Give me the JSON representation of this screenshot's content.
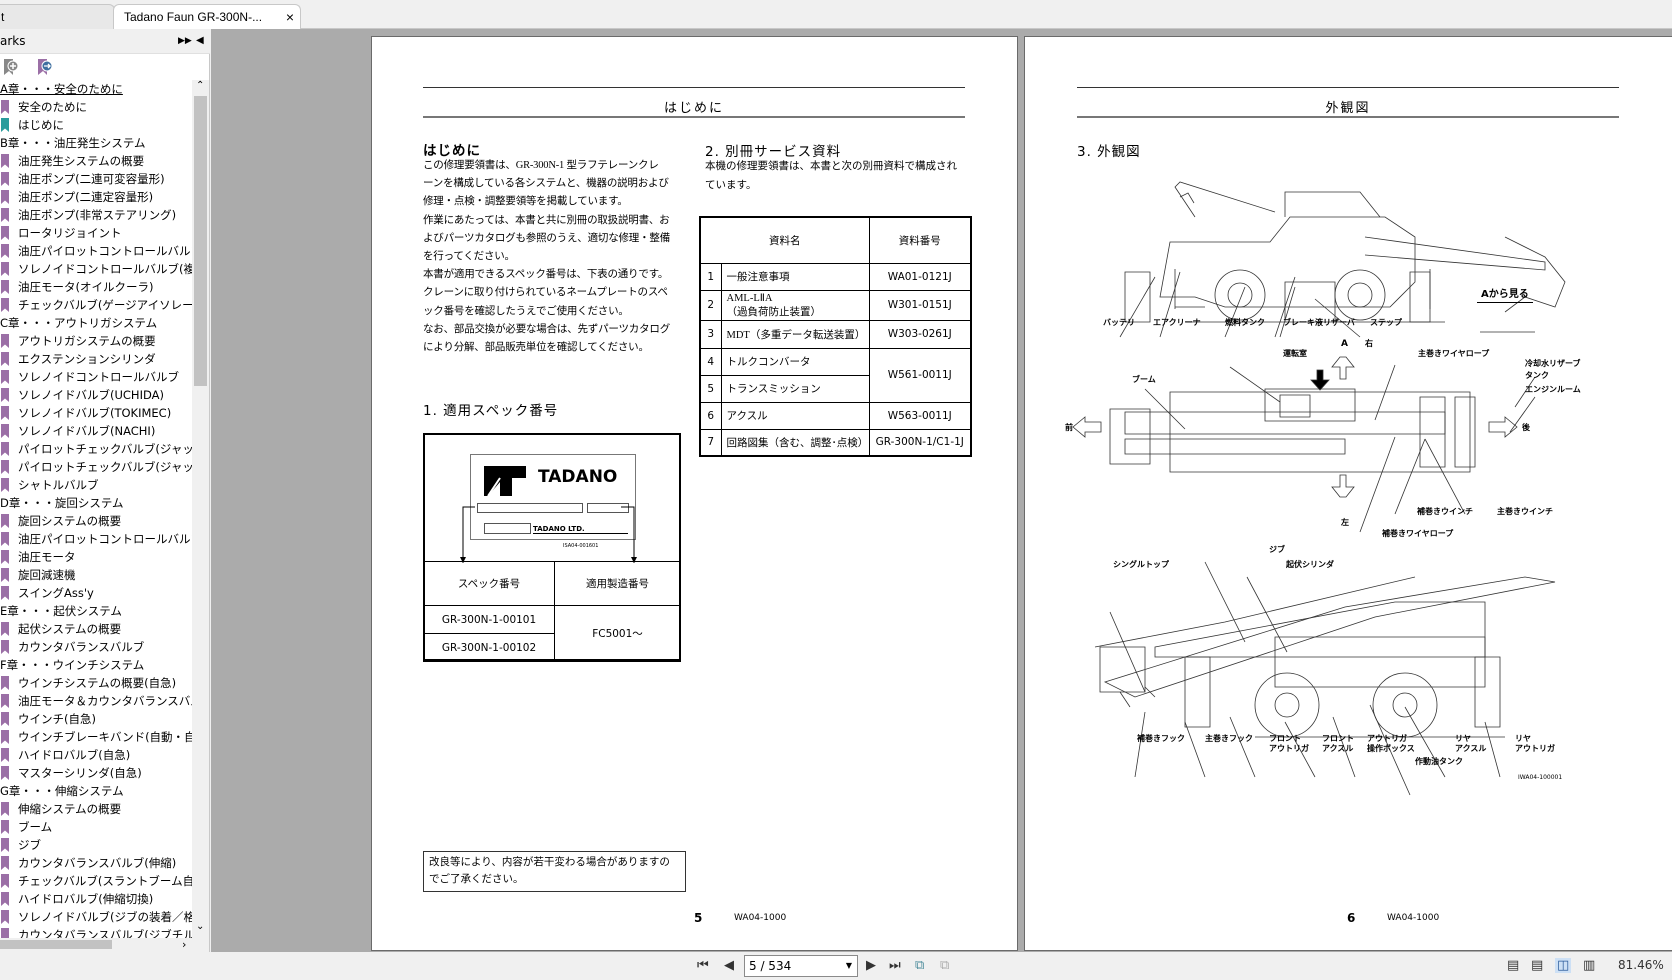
{
  "tabs": [
    {
      "label": "t"
    },
    {
      "label": "Tadano Faun GR-300N-...",
      "close": "×"
    }
  ],
  "sidebar": {
    "header": "arks",
    "items": [
      {
        "label": "A章・・・安全のために",
        "chapter": true
      },
      {
        "label": "安全のために",
        "color": "#9b6fa6"
      },
      {
        "label": "はじめに",
        "color": "#2a9c9c"
      },
      {
        "label": "B章・・・油圧発生システム",
        "chapter": true
      },
      {
        "label": "油圧発生システムの概要"
      },
      {
        "label": "油圧ポンプ(二連可変容量形)"
      },
      {
        "label": "油圧ポンプ(二連定容量形)"
      },
      {
        "label": "油圧ポンプ(非常ステアリング)"
      },
      {
        "label": "ロータリジョイント"
      },
      {
        "label": "油圧パイロットコントロールバルブ"
      },
      {
        "label": "ソレノイドコントロールバルブ(複合弁)"
      },
      {
        "label": "油圧モータ(オイルクーラ)"
      },
      {
        "label": "チェックバルブ(ゲージアイソレータ)"
      },
      {
        "label": "C章・・・アウトリガシステム",
        "chapter": true
      },
      {
        "label": "アウトリガシステムの概要"
      },
      {
        "label": "エクステンションシリンダ"
      },
      {
        "label": "ソレノイドコントロールバルブ"
      },
      {
        "label": "ソレノイドバルブ(UCHIDA)"
      },
      {
        "label": "ソレノイドバルブ(TOKIMEC)"
      },
      {
        "label": "ソレノイドバルブ(NACHI)"
      },
      {
        "label": "パイロットチェックバルブ(ジャッキ縮小防"
      },
      {
        "label": "パイロットチェックバルブ(ジャッキ／スラ"
      },
      {
        "label": "シャトルバルブ"
      },
      {
        "label": "D章・・・旋回システム",
        "chapter": true
      },
      {
        "label": "旋回システムの概要"
      },
      {
        "label": "油圧パイロットコントロールバルブ"
      },
      {
        "label": "油圧モータ"
      },
      {
        "label": "旋回減速機"
      },
      {
        "label": "スイングAss'y"
      },
      {
        "label": "E章・・・起伏システム",
        "chapter": true
      },
      {
        "label": "起伏システムの概要"
      },
      {
        "label": "カウンタバランスバルブ"
      },
      {
        "label": "F章・・・ウインチシステム",
        "chapter": true
      },
      {
        "label": "ウインチシステムの概要(自急)"
      },
      {
        "label": "油圧モータ＆カウンタバランスバルブ(自"
      },
      {
        "label": "ウインチ(自急)"
      },
      {
        "label": "ウインチブレーキバンド(自動・自急)"
      },
      {
        "label": "ハイドロバルブ(自急)"
      },
      {
        "label": "マスターシリンダ(自急)"
      },
      {
        "label": "G章・・・伸縮システム",
        "chapter": true
      },
      {
        "label": "伸縮システムの概要"
      },
      {
        "label": "ブーム"
      },
      {
        "label": "ジブ"
      },
      {
        "label": "カウンタバランスバルブ(伸縮)"
      },
      {
        "label": "チェックバルブ(スラントブーム自然伸長"
      },
      {
        "label": "ハイドロバルブ(伸縮切換)"
      },
      {
        "label": "ソレノイドバルブ(ジブの装着／格納)"
      },
      {
        "label": "カウンタバランスバルブ(ジブチルトシリン"
      }
    ],
    "bookmark_color": "#9b6fa6"
  },
  "page_left": {
    "header": "はじめに",
    "section_title": "はじめに",
    "paragraph": [
      "この修理要領書は、GR-300N-1 型ラフテレーンクレ",
      "ーンを構成している各システムと、機器の説明および",
      "修理・点検・調整要領等を掲載しています。",
      "作業にあたっては、本書と共に別冊の取扱説明書、お",
      "よびパーツカタログも参照のうえ、適切な修理・整備",
      "を行ってください。",
      "本書が適用できるスペック番号は、下表の通りです。",
      "クレーンに取り付けられているネームプレートのスペ",
      "ック番号を確認したうえでご使用ください。",
      "なお、部品交換が必要な場合は、先ずパーツカタログ",
      "により分解、部品販売単位を確認してください。"
    ],
    "spec_title": "1.  適用スペック番号",
    "nameplate": {
      "brand": "TADANO",
      "maker": "TADANO LTD.",
      "fig_id": "ISA04-001601"
    },
    "spec_table": {
      "headers": [
        "スペック番号",
        "適用製造番号"
      ],
      "rows": [
        "GR-300N-1-00101",
        "GR-300N-1-00102"
      ],
      "serial": "FC5001～"
    },
    "service_title": "2.  別冊サービス資料",
    "service_text": [
      "本機の修理要領書は、本書と次の別冊資料で構成され",
      "ています。"
    ],
    "service_table": {
      "headers": [
        "資料名",
        "資料番号"
      ],
      "rows": [
        {
          "no": "1",
          "name": "一般注意事項",
          "code": "WA01-0121J"
        },
        {
          "no": "2",
          "name": "AML-LⅡA",
          "name2": "（過負荷防止装置）",
          "code": "W301-0151J"
        },
        {
          "no": "3",
          "name": "MDT（多重データ転送装置）",
          "code": "W303-0261J"
        },
        {
          "no": "4",
          "name": "トルクコンバータ",
          "code": "W561-0011J"
        },
        {
          "no": "5",
          "name": "トランスミッション"
        },
        {
          "no": "6",
          "name": "アクスル",
          "code": "W563-0011J"
        },
        {
          "no": "7",
          "name": "回路図集（含む、調整･点検）",
          "code": "GR-300N-1/C1-1J"
        }
      ]
    },
    "note": [
      "改良等により、内容が若干変わる場合がありますの",
      "でご了承ください。"
    ],
    "page_number": "5",
    "doc_code": "WA04-1000"
  },
  "page_right": {
    "header": "外観図",
    "section_title": "3.  外観図",
    "side_labels": [
      "バッテリ",
      "エアクリーナ",
      "燃料タンク",
      "ブレーキ液リザーバ",
      "ステップ"
    ],
    "view_a": "Aから見る",
    "top_labels": {
      "a": "A",
      "right": "右",
      "left": "左",
      "front": "前",
      "rear": "後",
      "cab": "運転室",
      "main_rope": "主巻きワイヤロープ",
      "coolant": "冷却水リザーブ",
      "coolant2": "タンク",
      "engine": "エンジンルーム",
      "boom": "ブーム",
      "aux_winch": "補巻きウインチ",
      "main_winch": "主巻きウインチ",
      "aux_rope": "補巻きワイヤロープ"
    },
    "bottom_labels": {
      "jib": "ジブ",
      "single_top": "シングルトップ",
      "derrick_cyl": "起伏シリンダ",
      "aux_hook": "補巻きフック",
      "main_hook": "主巻きフック",
      "front_out": [
        "フロント",
        "アウトリガ"
      ],
      "front_axle": [
        "フロント",
        "アクスル"
      ],
      "out_box": [
        "アウトリガ",
        "操作ボックス"
      ],
      "hyd_tank": "作動油タンク",
      "rear_axle": [
        "リヤ",
        "アクスル"
      ],
      "rear_out": [
        "リヤ",
        "アウトリガ"
      ]
    },
    "fig_id": "IWA04-100001",
    "page_number": "6",
    "doc_code": "WA04-1000"
  },
  "toolbar": {
    "page_value": "5 / 534",
    "zoom": "81.46%"
  }
}
